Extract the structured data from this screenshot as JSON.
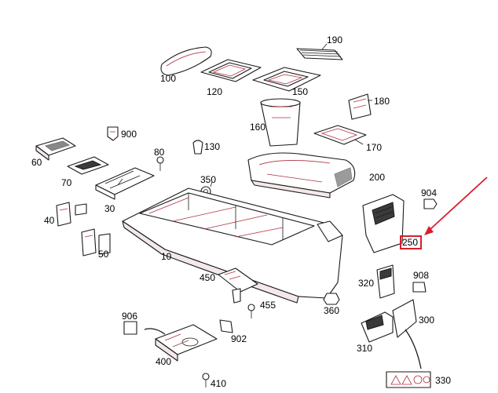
{
  "diagram": {
    "part_numbers": {
      "p10": "10",
      "p30": "30",
      "p40": "40",
      "p50": "50",
      "p60": "60",
      "p70": "70",
      "p80": "80",
      "p100": "100",
      "p120": "120",
      "p130": "130",
      "p150": "150",
      "p160": "160",
      "p170": "170",
      "p180": "180",
      "p190": "190",
      "p200": "200",
      "p250": "250",
      "p300": "300",
      "p310": "310",
      "p320": "320",
      "p330": "330",
      "p350": "350",
      "p360": "360",
      "p400": "400",
      "p410": "410",
      "p450": "450",
      "p455": "455",
      "p900": "900",
      "p902": "902",
      "p904": "904",
      "p906": "906",
      "p908": "908"
    },
    "highlighted_part": "250",
    "colors": {
      "highlight": "#d81f2a",
      "line": "#1a1a1a",
      "accent_detail": "#b03040"
    }
  }
}
